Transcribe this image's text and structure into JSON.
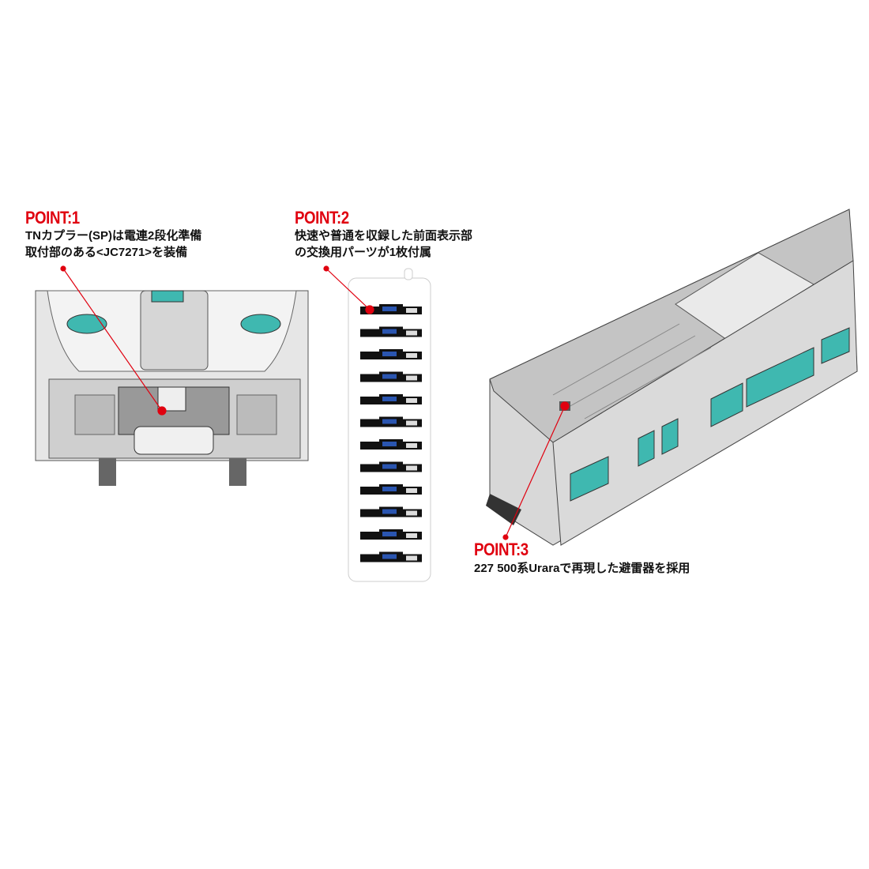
{
  "points": [
    {
      "label": "POINT:1",
      "lines": [
        "TNカプラー(SP)は電連2段化準備",
        "取付部のある<JC7271>を装備"
      ]
    },
    {
      "label": "POINT:2",
      "lines": [
        "快速や普通を収録した前面表示部",
        "の交換用パーツが1枚付属"
      ]
    },
    {
      "label": "POINT:3",
      "lines": [
        "227 500系Uraraで再現した避雷器を採用"
      ]
    }
  ],
  "colors": {
    "accent": "#e0000f",
    "window": "#3fb8b0",
    "body": "#d8d8d8"
  },
  "destination_plate_count": 12
}
